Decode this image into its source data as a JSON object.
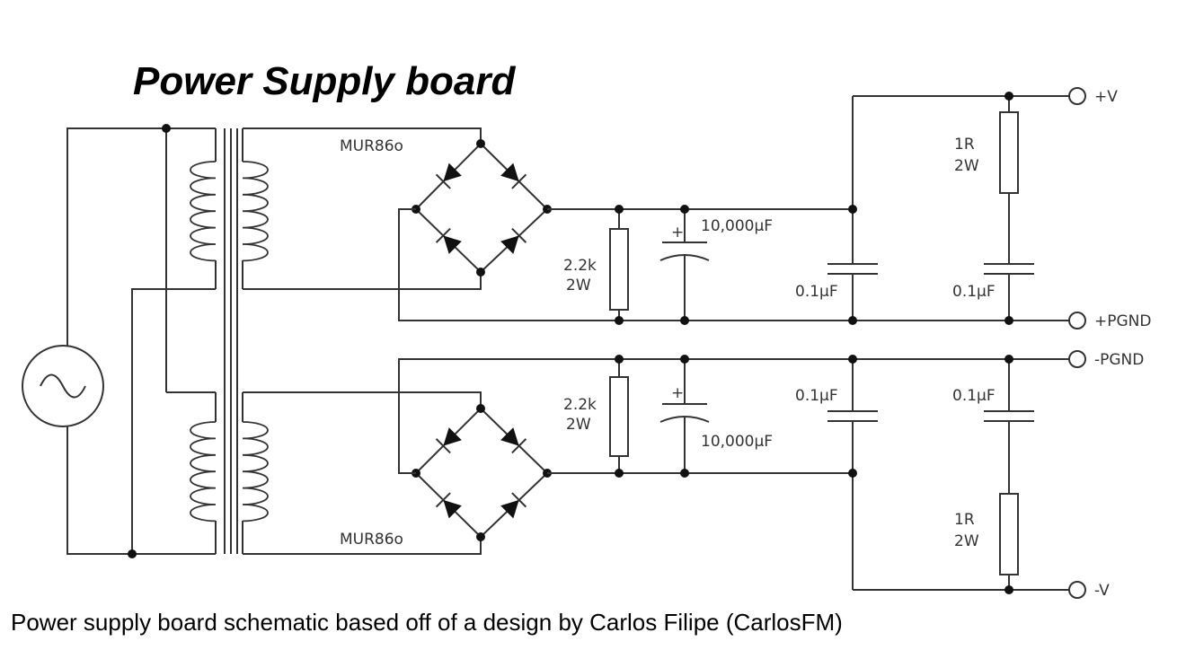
{
  "title": "Power Supply board",
  "caption": "Power supply board schematic based off of a design by Carlos Filipe (CarlosFM)",
  "labels": {
    "rectifier_top": "MUR86o",
    "rectifier_bottom": "MUR86o",
    "bleeder_top_value": "2.2k",
    "bleeder_top_power": "2W",
    "bleeder_bottom_value": "2.2k",
    "bleeder_bottom_power": "2W",
    "reservoir_top": "10,000µF",
    "reservoir_bottom": "10,000µF",
    "cap_plus": "+",
    "decoupling_1": "0.1µF",
    "decoupling_2": "0.1µF",
    "decoupling_3": "0.1µF",
    "decoupling_4": "0.1µF",
    "series_r_top_value": "1R",
    "series_r_top_power": "2W",
    "series_r_bottom_value": "1R",
    "series_r_bottom_power": "2W"
  },
  "terminals": {
    "pos_v": "+V",
    "pos_pgnd": "+PGND",
    "neg_pgnd": "-PGND",
    "neg_v": "-V"
  },
  "colors": {
    "line": "#333333",
    "ink": "#000000",
    "background": "#ffffff"
  }
}
